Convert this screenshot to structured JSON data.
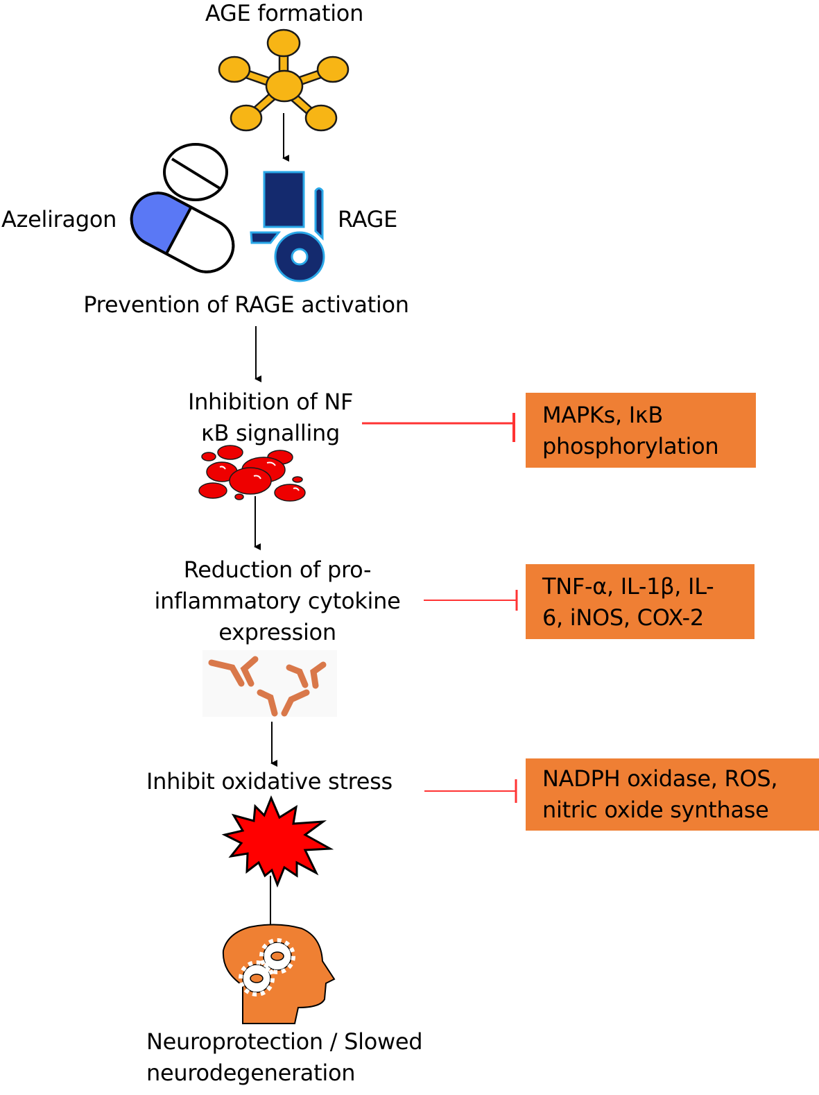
{
  "title": "Azeliragon mechanism of neuroprotection",
  "nodes": {
    "age": {
      "label": "AGE formation",
      "icon": "molecule-icon"
    },
    "drug": {
      "label": "Azeliragon",
      "icon": "pill-capsule-icon"
    },
    "rage": {
      "label": "RAGE",
      "icon": "receptor-icon"
    },
    "prevention": {
      "label": "Prevention of RAGE activation"
    },
    "nfkb": {
      "line1": "Inhibition of NF",
      "line2": "κB signalling",
      "icon": "red-blood-cells-icon"
    },
    "cytokine": {
      "line1": "Reduction of pro-",
      "line2": "inflammatory cytokine",
      "line3": "expression",
      "icon": "antibody-icon"
    },
    "oxidative": {
      "label": "Inhibit oxidative stress",
      "icon": "explosion-burst-icon"
    },
    "outcome": {
      "line1": "Neuroprotection / Slowed",
      "line2": "neurodegeneration",
      "icon": "head-gears-icon"
    }
  },
  "inhibited": [
    {
      "line1": "MAPKs, IκB",
      "line2": "phosphorylation"
    },
    {
      "line1": "TNF-α, IL-1β, IL-",
      "line2": "6, iNOS, COX-2"
    },
    {
      "line1": "NADPH oxidase, ROS,",
      "line2": "nitric oxide synthase"
    }
  ],
  "colors": {
    "box_fill": "#ef7f34",
    "inhibit_line": "#ff3333",
    "molecule": "#f7b515",
    "pill_blue": "#5a78f5",
    "rage_fill": "#142a6e",
    "rage_outline": "#2aa8e8",
    "rbc": "#ee0000",
    "antibody": "#d9784a",
    "burst": "#ff0000",
    "head": "#ef8033"
  }
}
